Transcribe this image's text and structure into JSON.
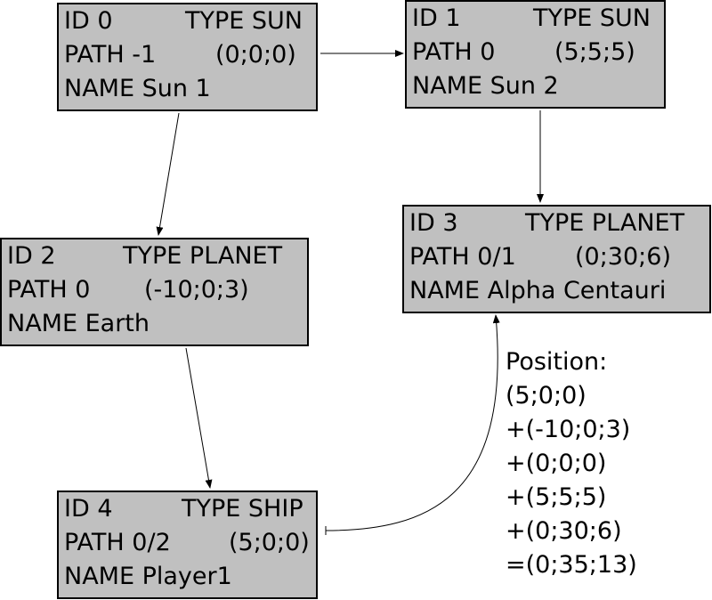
{
  "nodes": [
    {
      "id_text": "ID 0",
      "type_text": "TYPE SUN",
      "path_text": "PATH -1",
      "pos_text": "(0;0;0)",
      "name_text": "NAME Sun 1"
    },
    {
      "id_text": "ID 1",
      "type_text": "TYPE SUN",
      "path_text": "PATH 0",
      "pos_text": "(5;5;5)",
      "name_text": "NAME Sun 2"
    },
    {
      "id_text": "ID 2",
      "type_text": "TYPE PLANET",
      "path_text": "PATH 0",
      "pos_text": "(-10;0;3)",
      "name_text": "NAME Earth"
    },
    {
      "id_text": "ID 3",
      "type_text": "TYPE PLANET",
      "path_text": "PATH 0/1",
      "pos_text": "(0;30;6)",
      "name_text": "NAME Alpha Centauri"
    },
    {
      "id_text": "ID 4",
      "type_text": "TYPE SHIP",
      "path_text": "PATH 0/2",
      "pos_text": "(5;0;0)",
      "name_text": "NAME Player1"
    }
  ],
  "edges": [
    {
      "from": "ID 0",
      "to": "ID 1"
    },
    {
      "from": "ID 0",
      "to": "ID 2"
    },
    {
      "from": "ID 1",
      "to": "ID 3"
    },
    {
      "from": "ID 2",
      "to": "ID 4"
    },
    {
      "from": "ID 4",
      "to": "ID 3"
    }
  ],
  "note": {
    "lines": [
      "Position:",
      "(5;0;0)",
      "+(-10;0;3)",
      "+(0;0;0)",
      "+(5;5;5)",
      "+(0;30;6)",
      "=(0;35;13)"
    ]
  },
  "colors": {
    "node_fill": "#c0c0c0",
    "stroke": "#000000",
    "background": "#ffffff"
  }
}
